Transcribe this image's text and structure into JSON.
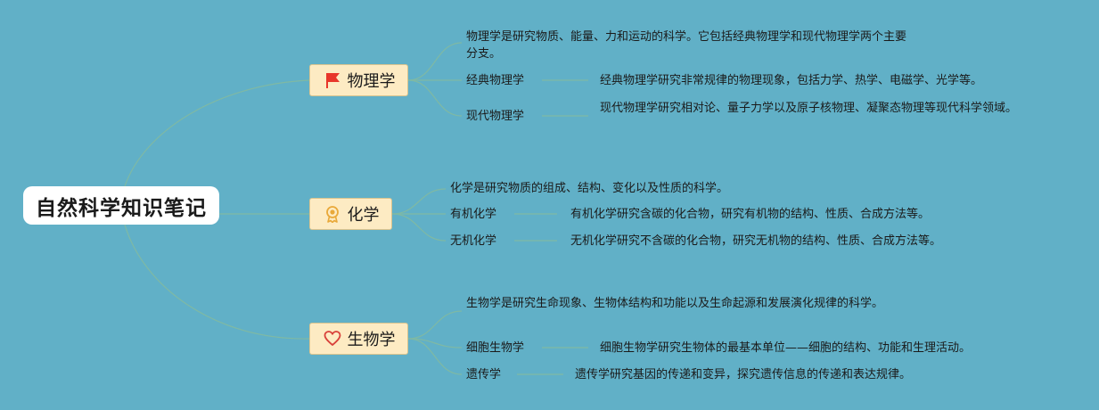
{
  "root": {
    "title": "自然科学知识笔记"
  },
  "branches": [
    {
      "label": "物理学",
      "icon": "red-flag-icon",
      "intro": "物理学是研究物质、能量、力和运动的科学。它包括经典物理学和现代物理学两个主要分支。",
      "children": [
        {
          "label": "经典物理学",
          "note": "经典物理学研究非常规律的物理现象，包括力学、热学、电磁学、光学等。"
        },
        {
          "label": "现代物理学",
          "note": "现代物理学研究相对论、量子力学以及原子核物理、凝聚态物理等现代科学领域。"
        }
      ]
    },
    {
      "label": "化学",
      "icon": "award-medal-icon",
      "intro": "化学是研究物质的组成、结构、变化以及性质的科学。",
      "children": [
        {
          "label": "有机化学",
          "note": "有机化学研究含碳的化合物，研究有机物的结构、性质、合成方法等。"
        },
        {
          "label": "无机化学",
          "note": "无机化学研究不含碳的化合物，研究无机物的结构、性质、合成方法等。"
        }
      ]
    },
    {
      "label": "生物学",
      "icon": "heart-icon",
      "intro": "生物学是研究生命现象、生物体结构和功能以及生命起源和发展演化规律的科学。",
      "children": [
        {
          "label": "细胞生物学",
          "note": "细胞生物学研究生物体的最基本单位——细胞的结构、功能和生理活动。"
        },
        {
          "label": "遗传学",
          "note": "遗传学研究基因的传递和变异，探究遗传信息的传递和表达规律。"
        }
      ]
    }
  ],
  "colors": {
    "background": "#61b0c7",
    "connector": "#7fb9a4",
    "branch_fill": "#fdebc3",
    "flag": "#e8362a",
    "medal": "#e9a93a",
    "heart": "#d8413a"
  }
}
